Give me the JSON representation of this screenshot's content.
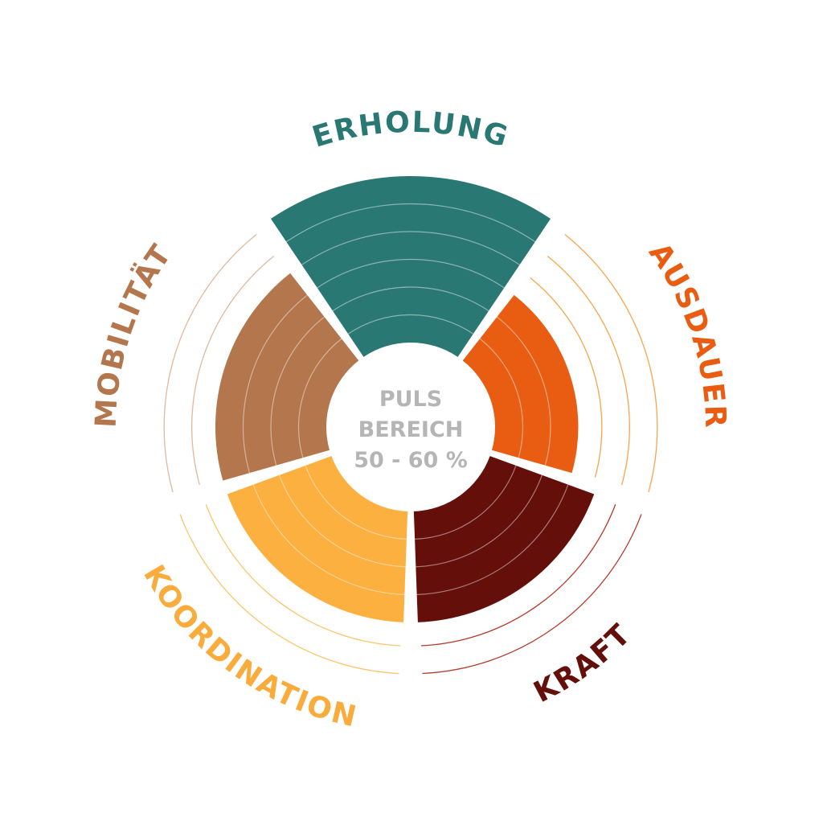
{
  "chart_data": {
    "type": "radial_bar",
    "segments": [
      {
        "name": "ERHOLUNG",
        "value": 6,
        "color": "#2a7873",
        "label_color": "#2a7873"
      },
      {
        "name": "AUSDAUER",
        "value": 3,
        "color": "#e85d12",
        "label_color": "#e85d12"
      },
      {
        "name": "KRAFT",
        "value": 4,
        "color": "#650f0b",
        "label_color": "#650f0b"
      },
      {
        "name": "KOORDINATION",
        "value": 4,
        "color": "#fbb040",
        "label_color": "#f9ac3c"
      },
      {
        "name": "MOBILITÄT",
        "value": 4,
        "color": "#b4764d",
        "label_color": "#b4764d"
      }
    ],
    "max_value": 6,
    "center_label": [
      "PULS",
      "BEREICH",
      "50 - 60 %"
    ],
    "outer_ring_colors": [
      "#2a7873",
      "#f7a54c",
      "#b63a2c",
      "#fbc56a",
      "#e3b79b"
    ]
  }
}
